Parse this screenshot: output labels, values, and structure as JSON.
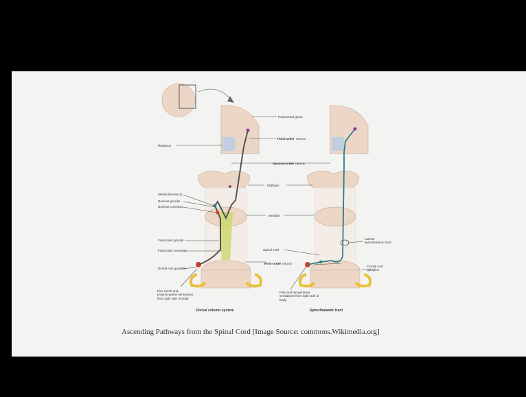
{
  "slide": {
    "caption": "Ascending Pathways from the Spinal Cord [Image Source: commons.Wikimedia.org]"
  },
  "diagram": {
    "left_labels": {
      "thalamus": "Thalamus",
      "medial_lemniscus": "Medial lemniscus",
      "nucleus_gracilis": "Nucleus gracilis",
      "nucleus_cuneatus": "Nucleus cuneatus",
      "fasciculus_gracilis": "Fasciculus gracilis",
      "fasciculus_cuneatus": "Fasciculus cuneatus",
      "dorsal_root_ganglion": "Dorsal root ganglion",
      "fine_touch": "Fine touch and proprioception sensations from right side of body"
    },
    "center_labels": {
      "postcentral_gyrus": "Postcentral gyrus",
      "third_order_bold": "Third-order",
      "third_order_rest": "neuron",
      "second_order_bold": "Second-order",
      "second_order_rest": "neuron",
      "midbrain": "Midbrain",
      "medulla": "Medulla",
      "spinal_cord": "Spinal cord",
      "first_order_bold": "First-order",
      "first_order_rest": "neuron"
    },
    "right_labels": {
      "lateral_spinothalamic_tract": "Lateral spinothalamic tract",
      "dorsal_root_ganglion": "Dorsal root ganglion",
      "pain_temperature": "Pain and temperature sensations from right side of body"
    },
    "subcaptions": {
      "dorsal_column": "Dorsal column system",
      "spinothalamic": "Spinothalamic tract"
    },
    "colors": {
      "tissue": "#ecd6c6",
      "tissue_edge": "#cdb3a0",
      "column_path": "#2a7f86",
      "spinothalamic_path": "#2a7f86",
      "nerve_yellow": "#e9c03a",
      "ganglion_red": "#d8402a",
      "thalamus_blue": "#b8cde6",
      "fasciculus_green": "#c8d86a",
      "neuron_purple": "#8a3a9a"
    }
  }
}
